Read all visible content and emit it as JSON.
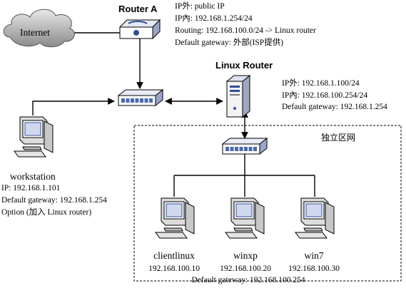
{
  "internet": {
    "label": "Internet"
  },
  "router_a": {
    "title": "Router A",
    "lines": [
      "IP外: public IP",
      "IP內: 192.168.1.254/24",
      "Routing: 192.168.100.0/24 -> Linux router",
      "Default gateway: 外部(ISP提供)"
    ]
  },
  "linux_router": {
    "title": "Linux Router",
    "lines": [
      "IP外: 192.168.1.100/24",
      "IP內: 192.168.100.254/24",
      "Default gateway: 192.168.1.254"
    ]
  },
  "workstation": {
    "name": "workstation",
    "lines": [
      "IP: 192.168.1.101",
      "Default gateway: 192.168.1.254",
      "Option (加入 Linux router)"
    ]
  },
  "private_zone": {
    "label": "独立区网"
  },
  "clients": [
    {
      "name": "clientlinux",
      "ip": "192.168.100.10"
    },
    {
      "name": "winxp",
      "ip": "192.168.100.20"
    },
    {
      "name": "win7",
      "ip": "192.168.100.30"
    }
  ],
  "clients_gateway": "Default gateway: 192.168.100.254",
  "colors": {
    "device_blue": "#2f4f9a",
    "switch_port": "#4a6ab0",
    "line": "#000000",
    "cloud": "#7a7a7a"
  }
}
